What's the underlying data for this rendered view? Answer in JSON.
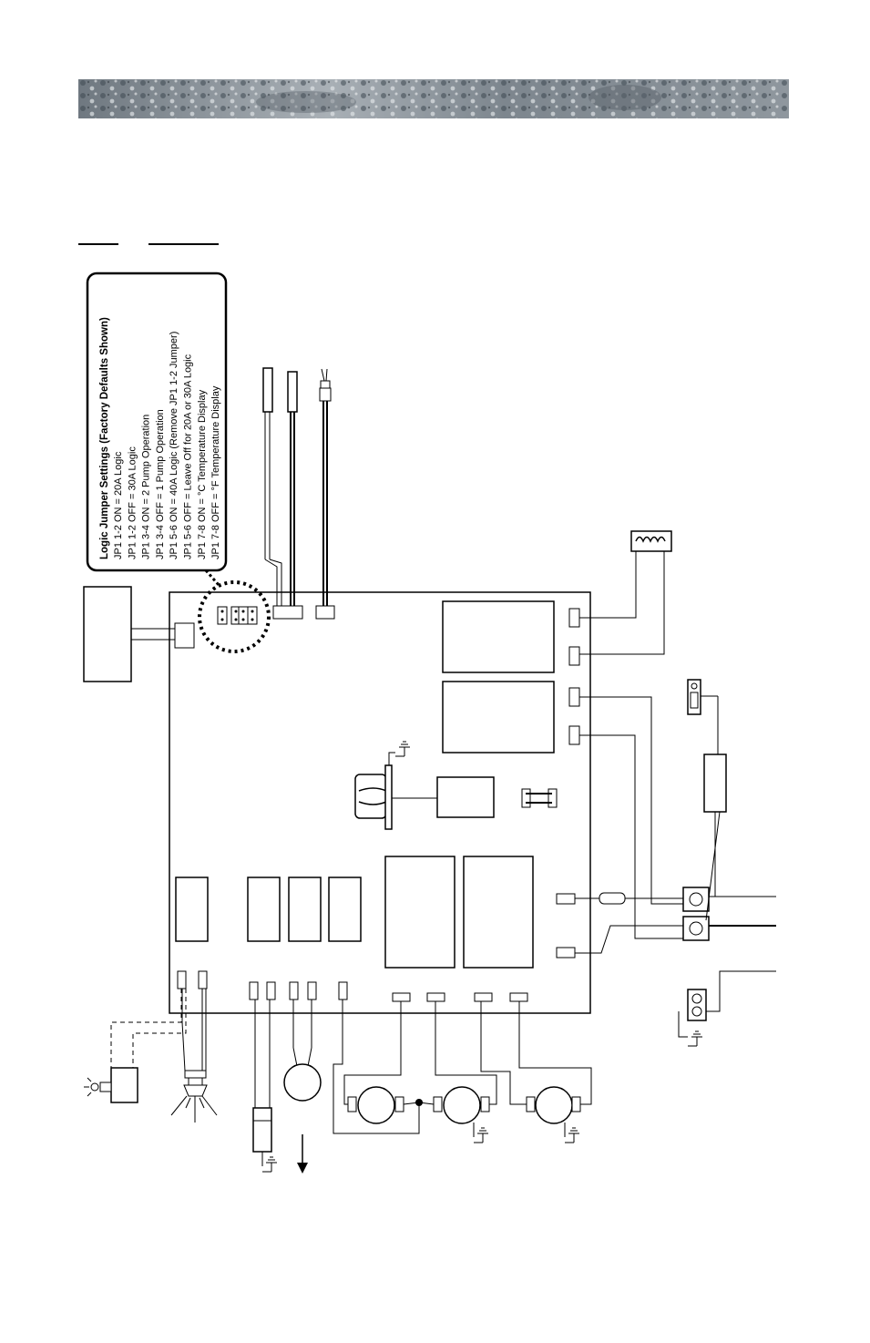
{
  "jumper_box": {
    "title": "Logic Jumper Settings (Factory Defaults Shown)",
    "lines": [
      "JP1 1-2 ON    =   20A Logic",
      "JP1 1-2 OFF   =   30A Logic",
      "JP1 3-4 ON    =   2 Pump Operation",
      "JP1 3-4 OFF   =   1 Pump Operation",
      "JP1 5-6 ON    =   40A Logic (Remove JP1 1-2 Jumper)",
      "JP1 5-6 OFF   =   Leave Off for 20A or 30A Logic",
      "JP1 7-8 ON    =  °C Temperature Display",
      "JP1 7-8 OFF   =  °F Temperature Display"
    ]
  },
  "colors": {
    "line": "#000000",
    "background": "#ffffff",
    "banner_dark": "#3c4650",
    "banner_light": "#c9ced3"
  },
  "icons": {
    "heater": "heater-coil-icon",
    "ground": "ground-symbol-icon",
    "pump_motor": "pump-motor-icon",
    "light": "spa-light-icon",
    "ozonator": "ozonator-icon",
    "blower": "blower-icon"
  }
}
